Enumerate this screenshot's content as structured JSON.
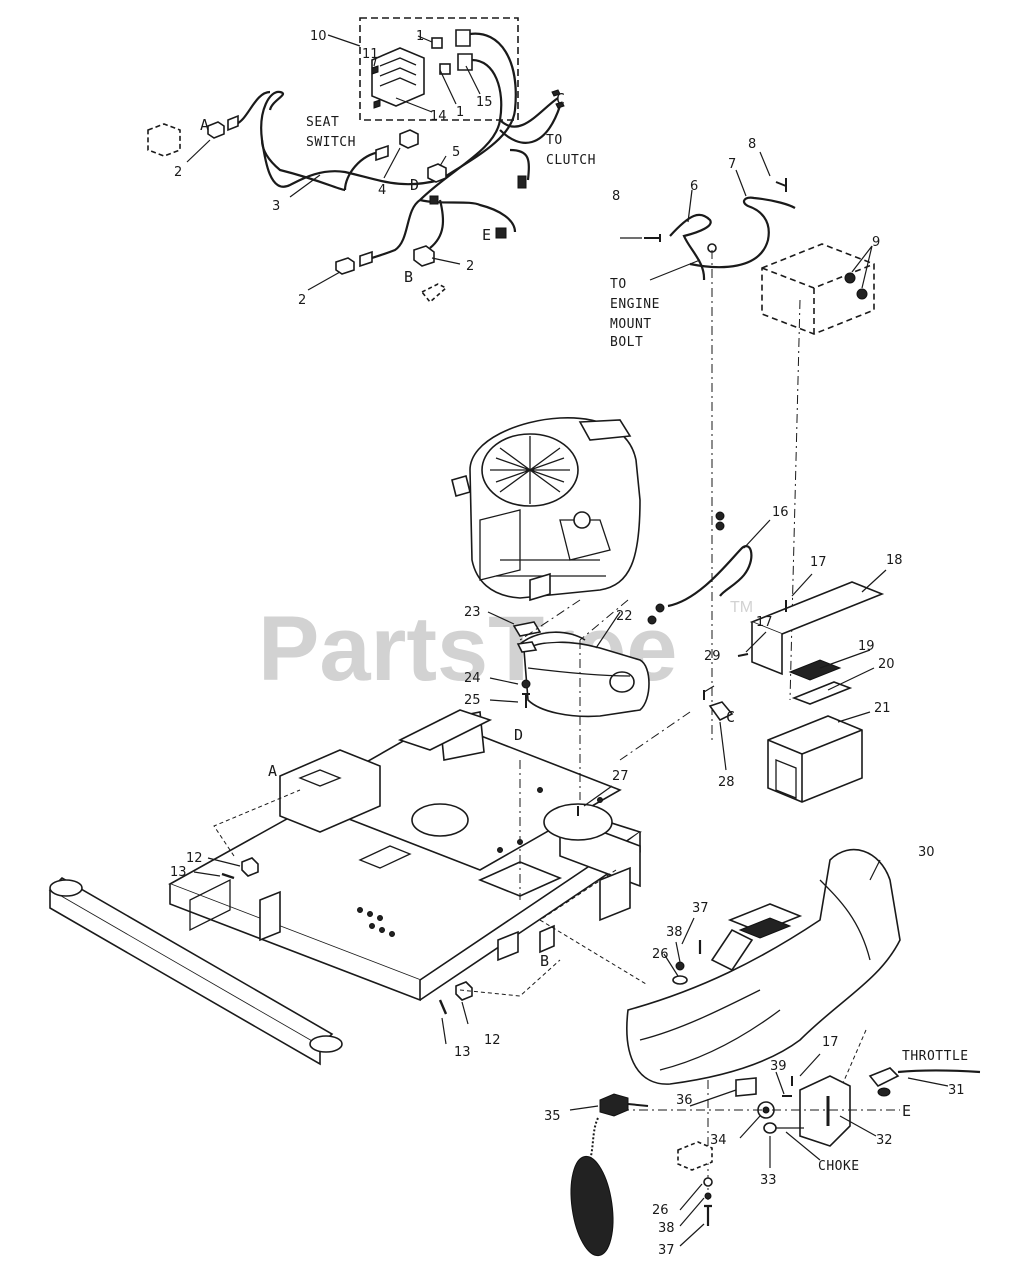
{
  "callouts": {
    "n1a": "1",
    "n1b": "1",
    "n2a": "2",
    "n2b": "2",
    "n2c": "2",
    "n3": "3",
    "n4": "4",
    "n5": "5",
    "n6": "6",
    "n7": "7",
    "n8a": "8",
    "n8b": "8",
    "n9": "9",
    "n10": "10",
    "n11": "11",
    "n12a": "12",
    "n12b": "12",
    "n13a": "13",
    "n13b": "13",
    "n14": "14",
    "n15": "15",
    "n16": "16",
    "n17a": "17",
    "n17b": "17",
    "n17c": "17",
    "n18": "18",
    "n19": "19",
    "n20": "20",
    "n21": "21",
    "n22": "22",
    "n23": "23",
    "n24": "24",
    "n25": "25",
    "n26a": "26",
    "n26b": "26",
    "n27": "27",
    "n28": "28",
    "n29": "29",
    "n30": "30",
    "n31": "31",
    "n32": "32",
    "n33": "33",
    "n34": "34",
    "n35": "35",
    "n36": "36",
    "n37a": "37",
    "n37b": "37",
    "n38a": "38",
    "n38b": "38",
    "n39": "39"
  },
  "letters": {
    "A1": "A",
    "A2": "A",
    "B1": "B",
    "B2": "B",
    "C1": "C",
    "C2": "C",
    "D1": "D",
    "D2": "D",
    "E1": "E",
    "E2": "E"
  },
  "labels": {
    "seat_switch_1": "SEAT",
    "seat_switch_2": "SWITCH",
    "to_clutch_1": "TO",
    "to_clutch_2": "CLUTCH",
    "engine_mount_1": "TO",
    "engine_mount_2": "ENGINE",
    "engine_mount_3": "MOUNT",
    "engine_mount_4": "BOLT",
    "throttle": "THROTTLE",
    "choke": "CHOKE"
  },
  "watermark": {
    "text": "PartsTree",
    "trademark": "TM"
  },
  "colors": {
    "line": "#1a1a1a",
    "watermark": "#d2d2d2",
    "background": "#ffffff"
  }
}
